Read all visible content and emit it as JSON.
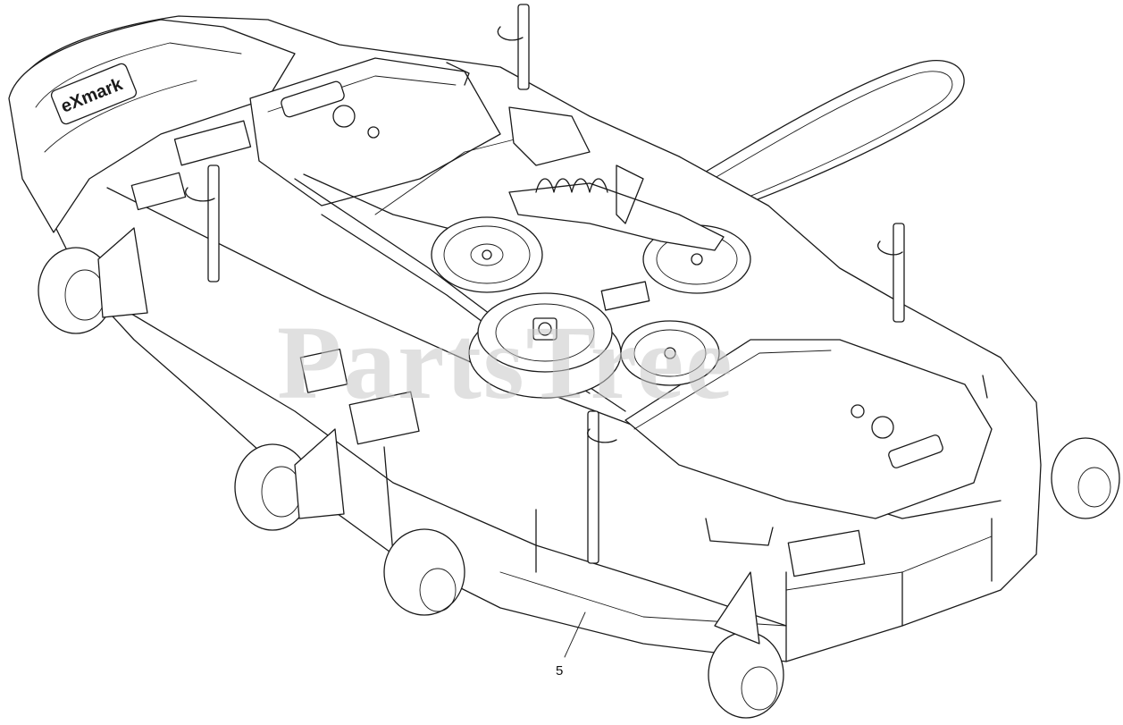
{
  "diagram": {
    "callouts": [
      {
        "id": "callout-5",
        "label": "5"
      }
    ],
    "watermark": "PartsTree",
    "brand_decal": "eXmark"
  }
}
